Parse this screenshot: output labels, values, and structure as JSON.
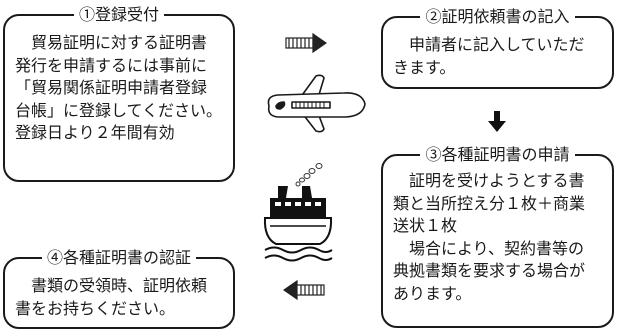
{
  "boxes": [
    {
      "title": "①登録受付",
      "lines": [
        "　貿易証明に対する証明書",
        "発行を申請するには事前に",
        "「貿易関係証明申請者登録",
        "台帳」に登録してください。",
        "登録日より２年間有効"
      ]
    },
    {
      "title": "②証明依頼書の記入",
      "lines": [
        "　申請者に記入していただ",
        "きます。"
      ]
    },
    {
      "title": "③各種証明書の申請",
      "lines": [
        "　証明を受けようとする書",
        "類と当所控え分１枚＋商業",
        "送状１枚",
        "　場合により、契約書等の",
        "典拠書類を要求する場合が",
        "あります。"
      ]
    },
    {
      "title": "④各種証明書の認証",
      "lines": [
        "　書類の受領時、証明依頼",
        "書をお持ちください。"
      ]
    }
  ],
  "icons": [
    "right-arrow-icon",
    "airplane-icon",
    "down-arrow-icon",
    "ship-icon",
    "left-arrow-icon"
  ]
}
